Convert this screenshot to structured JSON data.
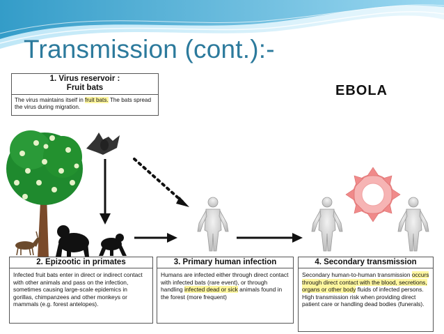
{
  "slide": {
    "title": "Transmission (cont.):-"
  },
  "reservoir": {
    "heading_line1": "1. Virus reservoir :",
    "heading_line2": "Fruit bats",
    "text_a": "The virus maintains itself in ",
    "text_hl": "fruit bats.",
    "text_b": " The bats spread the virus during migration."
  },
  "ebola_label": "EBOLA",
  "stage2": {
    "heading": "2. Epizootic in primates",
    "text": "Infected fruit bats enter in direct or indirect contact with other animals and pass on the infection, sometimes causing large-scale epidemics in gorillas, chimpanzees and other monkeys or mammals (e.g. forest antelopes)."
  },
  "stage3": {
    "heading": "3. Primary  human infection",
    "text_a": "Humans are infected either through direct contact with infected bats (rare event), or through handling ",
    "text_hl": "infected dead or sick",
    "text_b": " animals found in the forest (more frequent)"
  },
  "stage4": {
    "heading": "4. Secondary transmission",
    "text_a": "Secondary human-to-human transmission ",
    "text_hl": "occurs through direct contact with the blood, secretions, organs or other body",
    "text_b": " fluids of infected persons. High transmission risk when providing direct patient care or handling dead bodies (funerals)."
  },
  "colors": {
    "title": "#2c7a9c",
    "highlight": "#fff7a0",
    "tree_leaves": "#1f8a2e",
    "trunk": "#7a4a2a",
    "virus": "#f08a8a",
    "human": "#d9d9d9"
  },
  "icons": [
    "tree-icon",
    "fruit-bat-icon",
    "antelope-icon",
    "gorilla-icon",
    "chimpanzee-icon",
    "human-figure-icon",
    "virus-spread-icon"
  ]
}
